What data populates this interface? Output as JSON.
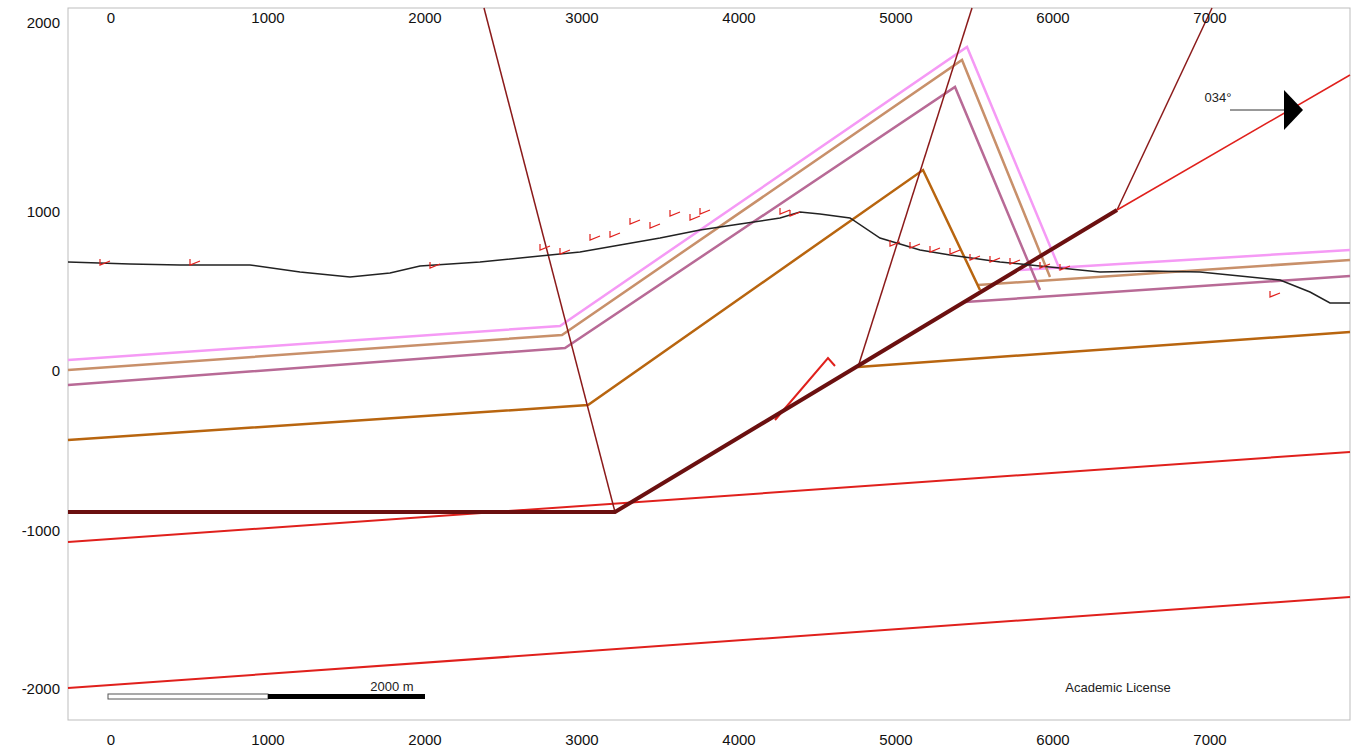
{
  "diagram": {
    "labels": [
      "0",
      "1000",
      "2000",
      "3000",
      "4000",
      "5000",
      "6000",
      "7000",
      "0",
      "1000",
      "2000",
      "3000",
      "4000",
      "5000",
      "6000",
      "7000",
      "2000",
      "1000",
      "0",
      "-1000",
      "-2000",
      "034°",
      "2000 m",
      "Academic License"
    ]
  }
}
